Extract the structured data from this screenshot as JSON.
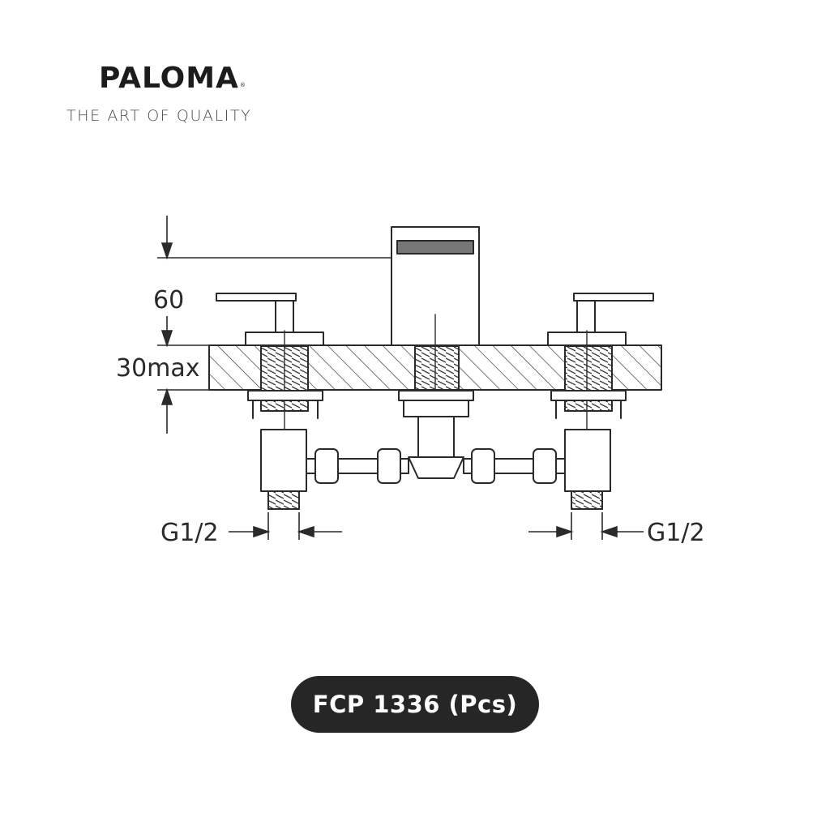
{
  "brand": {
    "name": "PALOMA",
    "registered_mark": "®",
    "tagline": "THE ART OF QUALITY"
  },
  "diagram": {
    "dim_height_label": "60",
    "dim_deck_label": "30max",
    "dim_left_thread_label": "G1/2",
    "dim_right_thread_label": "G1/2"
  },
  "product": {
    "code_label": "FCP 1336 (Pcs)"
  },
  "colors": {
    "line": "#2a2a2a",
    "badge_background": "#262626",
    "badge_text": "#ffffff"
  }
}
